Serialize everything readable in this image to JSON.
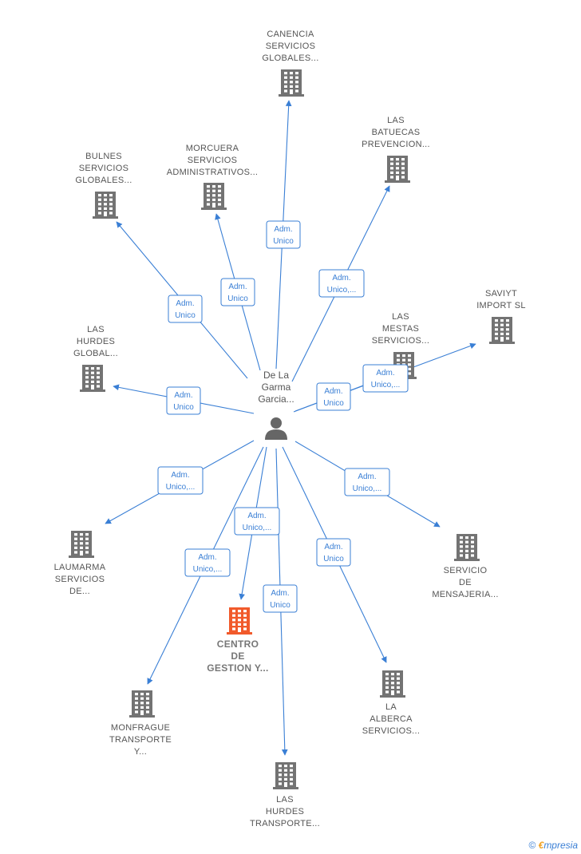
{
  "center": {
    "label_lines": [
      "De La",
      "Garma",
      "Garcia..."
    ],
    "icon": "person-icon"
  },
  "colors": {
    "edge": "#3a7fd5",
    "company": "#737373",
    "focus": "#f15a2b"
  },
  "nodes": [
    {
      "id": "canencia",
      "lines": [
        "CANENCIA",
        "SERVICIOS",
        "GLOBALES..."
      ],
      "edge": [
        "Adm.",
        "Unico"
      ],
      "icon": "building-icon"
    },
    {
      "id": "batuecas",
      "lines": [
        "LAS",
        "BATUECAS",
        "PREVENCION..."
      ],
      "edge": [
        "Adm.",
        "Unico,..."
      ],
      "icon": "building-icon"
    },
    {
      "id": "morcuera",
      "lines": [
        "MORCUERA",
        "SERVICIOS",
        "ADMINISTRATIVOS..."
      ],
      "edge": [
        "Adm.",
        "Unico"
      ],
      "icon": "building-icon"
    },
    {
      "id": "bulnes",
      "lines": [
        "BULNES",
        "SERVICIOS",
        "GLOBALES..."
      ],
      "edge": [
        "Adm.",
        "Unico"
      ],
      "icon": "building-icon"
    },
    {
      "id": "saviyt",
      "lines": [
        "SAVIYT",
        "IMPORT  SL"
      ],
      "edge": [
        "Adm.",
        "Unico,..."
      ],
      "icon": "building-icon"
    },
    {
      "id": "mestas",
      "lines": [
        "LAS",
        "MESTAS",
        "SERVICIOS..."
      ],
      "edge": [
        "Adm.",
        "Unico"
      ],
      "icon": "building-icon"
    },
    {
      "id": "hurdes-global",
      "lines": [
        "LAS",
        "HURDES",
        "GLOBAL..."
      ],
      "edge": [
        "Adm.",
        "Unico"
      ],
      "icon": "building-icon"
    },
    {
      "id": "laumarma",
      "lines": [
        "LAUMARMA",
        "SERVICIOS",
        "DE..."
      ],
      "edge": [
        "Adm.",
        "Unico,..."
      ],
      "icon": "building-icon"
    },
    {
      "id": "mensajeria",
      "lines": [
        "SERVICIO",
        "DE",
        "MENSAJERIA..."
      ],
      "edge": [
        "Adm.",
        "Unico,..."
      ],
      "icon": "building-icon"
    },
    {
      "id": "centro",
      "lines": [
        "CENTRO",
        "DE",
        "GESTION Y..."
      ],
      "edge": [
        "Adm.",
        "Unico,..."
      ],
      "icon": "building-icon",
      "focus": true
    },
    {
      "id": "monfrague",
      "lines": [
        "MONFRAGUE",
        "TRANSPORTE",
        "Y..."
      ],
      "edge": [
        "Adm.",
        "Unico,..."
      ],
      "icon": "building-icon"
    },
    {
      "id": "alberca",
      "lines": [
        "LA",
        "ALBERCA",
        "SERVICIOS..."
      ],
      "edge": [
        "Adm.",
        "Unico"
      ],
      "icon": "building-icon"
    },
    {
      "id": "hurdes-transporte",
      "lines": [
        "LAS",
        "HURDES",
        "TRANSPORTE..."
      ],
      "edge": [
        "Adm.",
        "Unico"
      ],
      "icon": "building-icon"
    }
  ],
  "footer": {
    "copyright": "©",
    "brand_initial": "€",
    "brand_rest": "mpresia"
  }
}
